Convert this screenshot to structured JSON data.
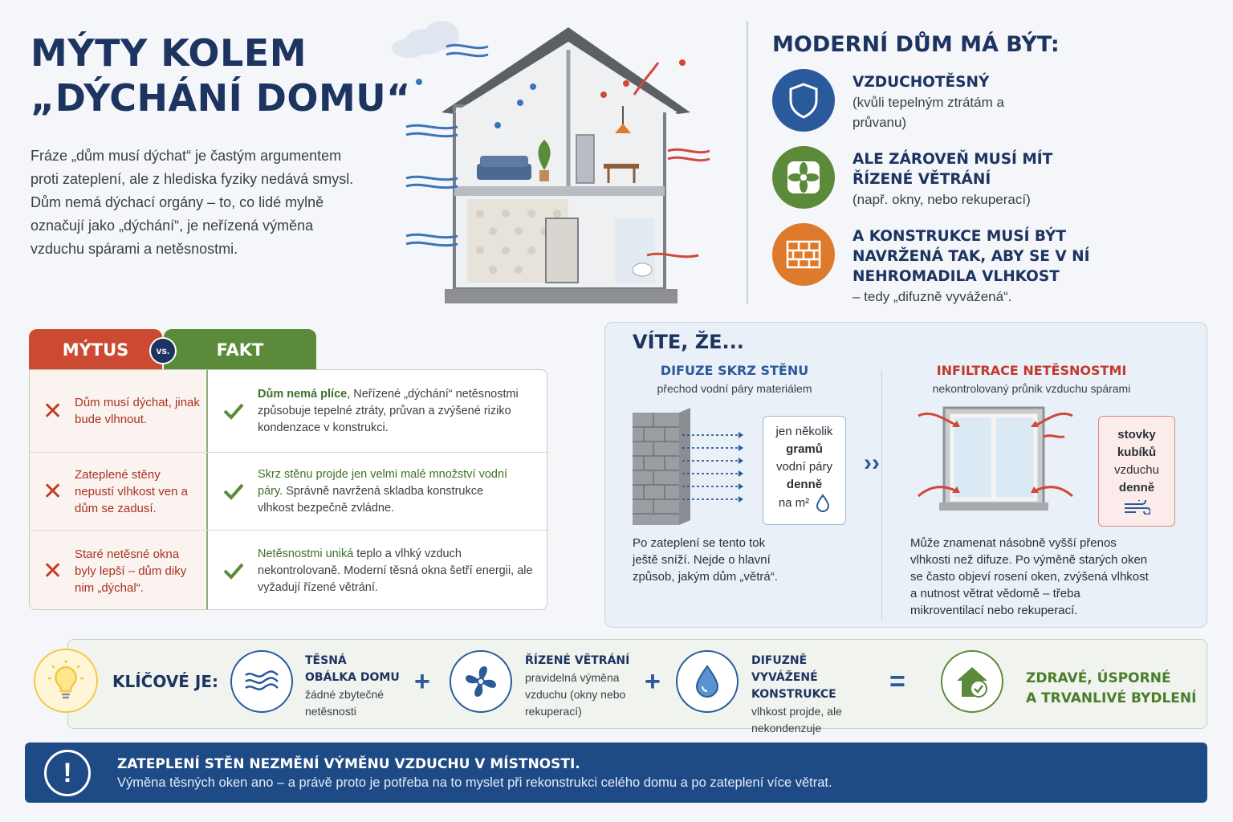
{
  "header": {
    "title_line1": "MÝTY KOLEM",
    "title_line2": "„DÝCHÁNÍ DOMU“",
    "intro": "Fráze „dům musí dýchat“ je častým argumentem proti zateplení, ale z hlediska fyziky nedává smysl. Dům nemá dýchací orgány – to, co lidé mylně označují jako „dýchání“, je neřízená výměna vzduchu spárami a netěsnostmi."
  },
  "requirements": {
    "title": "MODERNÍ DŮM MÁ BÝT:",
    "items": [
      {
        "head": "VZDUCHOTĚSNÝ",
        "sub": "(kvůli tepelným ztrátám a průvanu)",
        "icon": "shield-icon",
        "color": "#2a5a9c"
      },
      {
        "head": "ALE ZÁROVEŇ MUSÍ MÍT ŘÍZENÉ VĚTRÁNÍ",
        "sub": "(např. okny, nebo rekuperací)",
        "icon": "fan-icon",
        "color": "#5b8a3a"
      },
      {
        "head": "A KONSTRUKCE MUSÍ BÝT NAVRŽENÁ TAK, ABY SE V NÍ NEHROMADILA VLHKOST",
        "sub": "– tedy „difuzně vyvážená“.",
        "icon": "brick-wall-icon",
        "color": "#dd7a2c"
      }
    ]
  },
  "myth_fact": {
    "myth_label": "MÝTUS",
    "vs_label": "vs.",
    "fact_label": "FAKT",
    "rows": [
      {
        "myth": "Dům musí dýchat, jinak bude vlhnout.",
        "fact_bold": "Dům nemá plíce",
        "fact_rest": ", Neřízené „dýchání“ netěsnostmi způsobuje tepelné ztráty, průvan a zvýšené riziko kondenzace v konstrukci."
      },
      {
        "myth": "Zateplené stěny nepustí vlhkost ven a dům se zadusí.",
        "fact_bold": "Skrz stěnu projde jen velmi malé množství vodní páry",
        "fact_rest": ". Správně navržená skladba konstrukce vlhkost bezpečně zvládne."
      },
      {
        "myth": "Staré netěsné okna byly lepší – dům diky nim „dýchal“.",
        "fact_bold": "Netěsnostmi uniká",
        "fact_rest": " teplo a vlhký vzduch nekontrolovaně. Moderní těsná okna šetří energii, ale vyžadují řízené větrání."
      }
    ]
  },
  "did_you_know": {
    "title": "VÍTE, ŽE...",
    "diffusion": {
      "head": "DIFUZE SKRZ STĚNU",
      "sub": "přechod vodní páry materiálem",
      "callout": [
        "jen několik",
        "gramů",
        "vodní páry",
        "denně",
        "na m²"
      ],
      "text": "Po zateplení se tento tok ještě sníží. Nejde o hlavní způsob, jakým dům „větrá“.",
      "color": "#2a5a9c"
    },
    "infiltration": {
      "head": "INFILTRACE NETĚSNOSTMI",
      "sub": "nekontrolovaný průnik vzduchu spárami",
      "callout": [
        "stovky",
        "kubíků",
        "vzduchu",
        "denně"
      ],
      "text": "Může znamenat násobně vyšší přenos vlhkosti než difuze. Po výměně starých oken se často objeví rosení oken, zvýšená vlhkost a nutnost větrat vědomě – třeba mikroventilací nebo rekuperací.",
      "color": "#c0392b"
    },
    "arrow": "››"
  },
  "key": {
    "label": "KLÍČOVÉ JE:",
    "items": [
      {
        "head": "TĚSNÁ OBÁLKA DOMU",
        "sub": "žádné zbytečné netěsnosti",
        "icon": "wind-icon"
      },
      {
        "head": "ŘÍZENÉ VĚTRÁNÍ",
        "sub": "pravidelná výměna vzduchu (okny nebo rekuperací)",
        "icon": "fan-icon"
      },
      {
        "head": "DIFUZNĚ VYVÁŽENÉ KONSTRUKCE",
        "sub": "vlhkost projde, ale nekondenzuje",
        "icon": "water-drop-icon"
      }
    ],
    "plus": "+",
    "equals": "=",
    "result": [
      "ZDRAVÉ, ÚSPORNÉ",
      "A TRVANLIVÉ BYDLENÍ"
    ],
    "result_icon": "house-check-icon"
  },
  "banner": {
    "icon": "!",
    "title": "ZATEPLENÍ STĚN NEZMĚNÍ VÝMĚNU VZDUCHU V MÍSTNOSTI.",
    "text": "Výměna těsných oken ano – a právě proto je potřeba na to myslet při rekonstrukci celého domu a po zateplení více větrat."
  },
  "colors": {
    "navy": "#1d3461",
    "blue": "#2a5a9c",
    "green": "#5b8a3a",
    "orange": "#dd7a2c",
    "red": "#cc4a32"
  }
}
